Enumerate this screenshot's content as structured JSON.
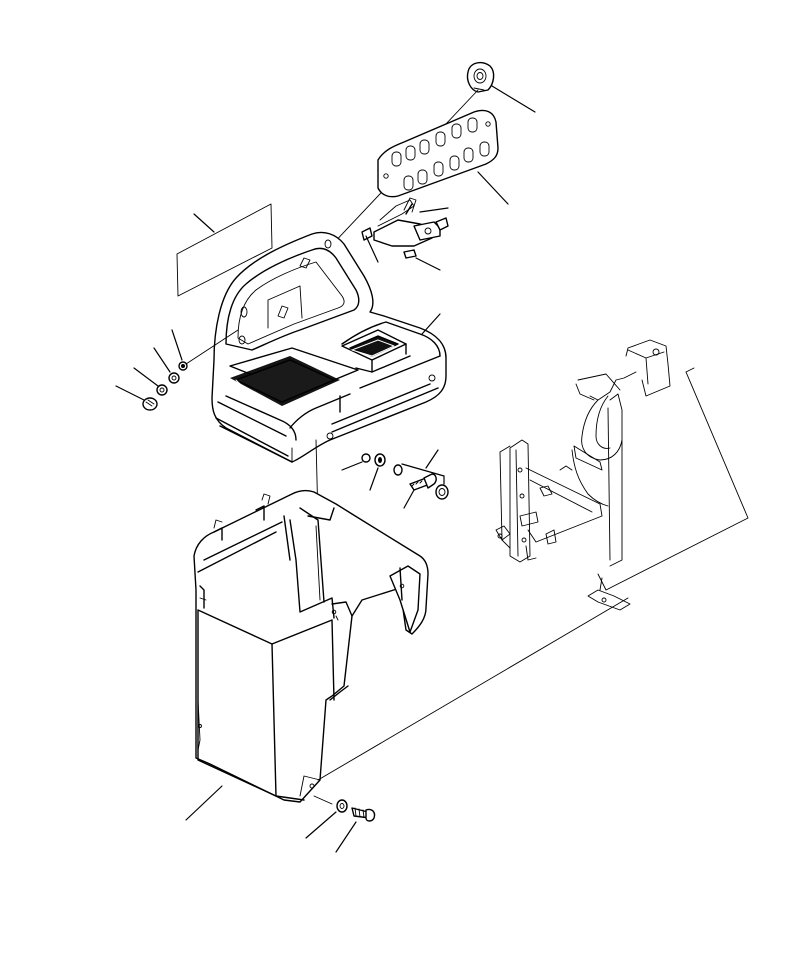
{
  "diagram": {
    "type": "exploded-parts-view",
    "text_labels": [],
    "parts": [
      "warning-tag",
      "switch-panel-plate",
      "connector-clip",
      "wiring-harness-bracket",
      "small-spacer",
      "decal-label",
      "console-cover",
      "lock-nut",
      "washer",
      "washer",
      "flat-washer",
      "nut",
      "spring-washer",
      "bolt-with-washer",
      "cap-nut",
      "lower-console-housing",
      "washer",
      "bolt",
      "cab-frame-mount"
    ],
    "colors": {
      "line": "#000000",
      "background": "#ffffff"
    }
  }
}
